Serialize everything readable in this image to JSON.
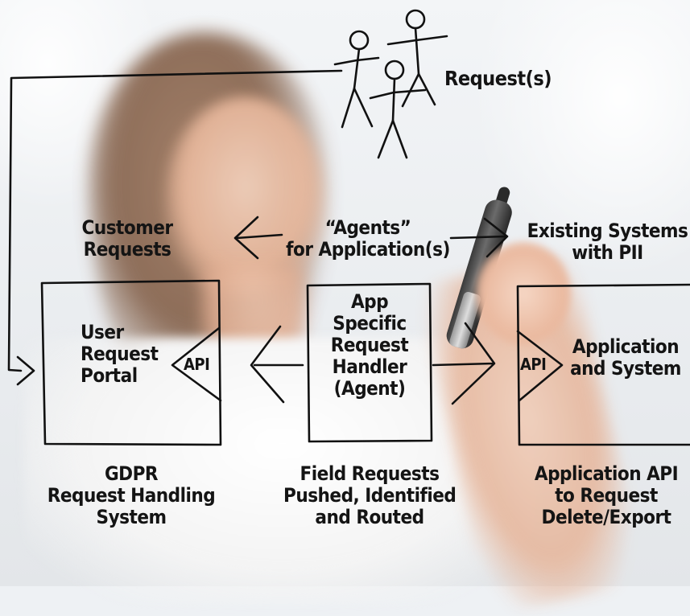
{
  "diagram": {
    "top_right_label": "Request(s)",
    "customer_requests": [
      "Customer",
      "Requests"
    ],
    "agents_label": [
      "“Agents”",
      "for Application(s)"
    ],
    "existing_systems": [
      "Existing Systems",
      "with PII"
    ],
    "user_portal": [
      "User",
      "Request",
      "Portal"
    ],
    "api_left": "API",
    "handler": [
      "App",
      "Specific",
      "Request",
      "Handler",
      "(Agent)"
    ],
    "api_right": "API",
    "application": [
      "Application",
      "and System"
    ],
    "gdpr": [
      "GDPR",
      "Request Handling",
      "System"
    ],
    "field_requests": [
      "Field Requests",
      "Pushed, Identified",
      "and Routed"
    ],
    "application_api": [
      "Application API",
      "to Request",
      "Delete/Export"
    ]
  }
}
